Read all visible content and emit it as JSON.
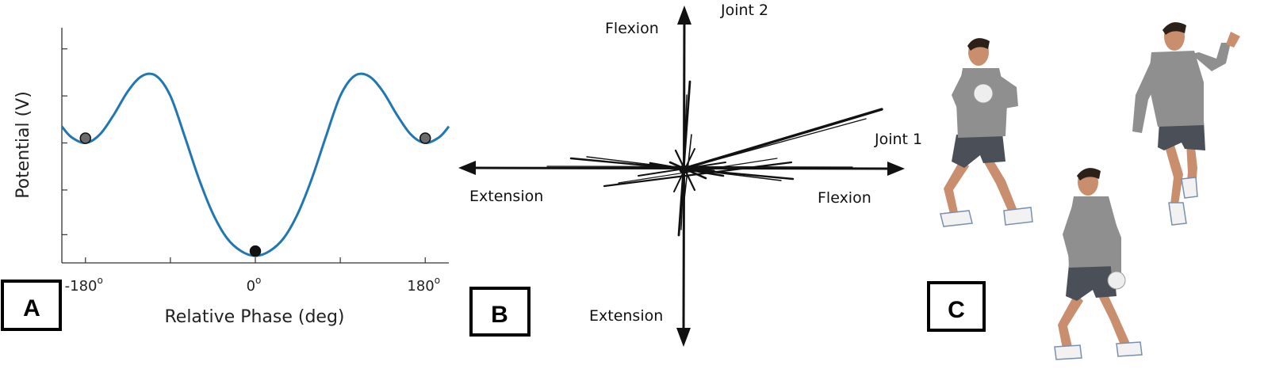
{
  "panels": {
    "a": {
      "letter": "A"
    },
    "b": {
      "letter": "B"
    },
    "c": {
      "letter": "C"
    }
  },
  "chart_data": {
    "type": "line",
    "xlabel": "Relative Phase (deg)",
    "ylabel": "Potential (V)",
    "xlim": [
      -205,
      205
    ],
    "ylim": [
      0,
      10
    ],
    "xticks": [
      {
        "value": -180,
        "label": "-180",
        "sup": "o"
      },
      {
        "value": 0,
        "label": "0",
        "sup": "o"
      },
      {
        "value": 180,
        "label": "180",
        "sup": "o"
      }
    ],
    "minor_xticks": [
      -90,
      90
    ],
    "yticks": [
      1.2,
      3.1,
      5.1,
      7.1,
      9.1
    ],
    "curve": {
      "color": "#1f77b4",
      "points": [
        [
          -205,
          5.8
        ],
        [
          -195,
          5.35
        ],
        [
          -180,
          5.1
        ],
        [
          -165,
          5.45
        ],
        [
          -150,
          6.3
        ],
        [
          -135,
          7.3
        ],
        [
          -120,
          7.95
        ],
        [
          -105,
          7.95
        ],
        [
          -90,
          7.1
        ],
        [
          -75,
          5.4
        ],
        [
          -60,
          3.6
        ],
        [
          -45,
          2.1
        ],
        [
          -30,
          1.05
        ],
        [
          -15,
          0.5
        ],
        [
          0,
          0.3
        ],
        [
          15,
          0.5
        ],
        [
          30,
          1.05
        ],
        [
          45,
          2.1
        ],
        [
          60,
          3.6
        ],
        [
          75,
          5.4
        ],
        [
          90,
          7.1
        ],
        [
          105,
          7.95
        ],
        [
          120,
          7.95
        ],
        [
          135,
          7.3
        ],
        [
          150,
          6.3
        ],
        [
          165,
          5.45
        ],
        [
          180,
          5.1
        ],
        [
          195,
          5.35
        ],
        [
          205,
          5.8
        ]
      ]
    },
    "markers": [
      {
        "x": -180,
        "y": 5.1,
        "color": "#6b6b6b"
      },
      {
        "x": 0,
        "y": 0.3,
        "color": "#111111"
      },
      {
        "x": 180,
        "y": 5.1,
        "color": "#6b6b6b"
      }
    ]
  },
  "joint_diagram": {
    "joint2_label": "Joint 2",
    "joint1_label": "Joint 1",
    "joint2_positive": "Flexion",
    "joint2_negative": "Extension",
    "joint1_positive": "Flexion",
    "joint1_negative": "Extension"
  },
  "figures": {
    "skin_color": "#c98e6d",
    "shirt_color": "#8f8f8f",
    "shorts_color": "#4a4f58",
    "hair_color": "#2c2118",
    "ball_color": "#eeeeee"
  }
}
